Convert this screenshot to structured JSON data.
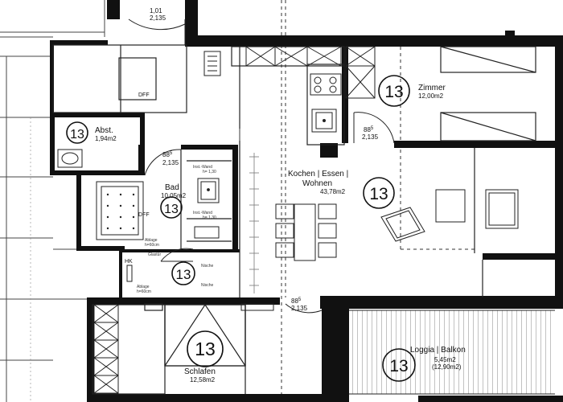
{
  "colors": {
    "wall": "#111111",
    "line": "#222222",
    "hatch": "#777777",
    "tag": "#111111"
  },
  "tag_value": "13",
  "rooms": {
    "zimmer": {
      "name": "Zimmer",
      "area": "12,00m2"
    },
    "abst": {
      "name": "Abst.",
      "area": "1,94m2"
    },
    "kochen": {
      "name": "Kochen | Essen |",
      "name2": "Wohnen",
      "area": "43,78m2"
    },
    "bad": {
      "name": "Bad",
      "area": "10,05m2"
    },
    "schlafen": {
      "name": "Schlafen",
      "area": "12,58m2"
    },
    "loggia": {
      "name": "Loggia | Balkon",
      "area": "5,45m2",
      "area2": "(12,90m2)"
    }
  },
  "door_labels": {
    "entry": {
      "w": "1,01",
      "h": "2,135"
    },
    "bad": {
      "w": "88",
      "sup": "5",
      "h": "2,135"
    },
    "zimmer": {
      "w": "88",
      "sup": "5",
      "h": "2,135"
    },
    "bottom": {
      "w": "88",
      "sup": "5",
      "h": "2,135"
    }
  },
  "fixture_labels": {
    "dff_top": "DFF",
    "dff_bad": "DFF",
    "hk": "HK",
    "inst_wand_1": "Inst.-Wand",
    "inst_wand_1b": "h= 1,30",
    "inst_wand_2": "Inst.-Wand",
    "inst_wand_2b": "h= 1,30",
    "ablage_1": "Ablage",
    "ablage_1b": "h=60cm",
    "ablage_2": "Ablage",
    "ablage_2b": "h=60cm",
    "glastuer": "Glastür",
    "nische_1": "Nische",
    "nische_2": "Nische"
  }
}
